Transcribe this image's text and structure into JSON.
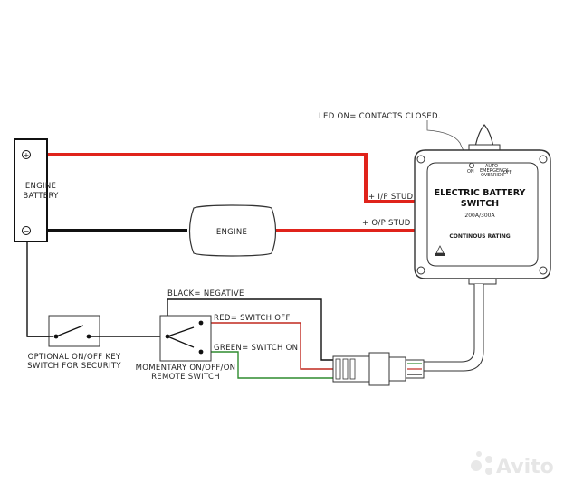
{
  "battery": {
    "line1": "ENGINE",
    "line2": "BATTERY",
    "plus": "+",
    "minus": "−"
  },
  "engine": {
    "label": "ENGINE"
  },
  "wires": {
    "ip_stud": "+ I/P STUD",
    "op_stud": "+ O/P STUD",
    "black": "BLACK= NEGATIVE",
    "red": "RED= SWITCH OFF",
    "green": "GREEN= SWITCH ON"
  },
  "led_note": "LED ON= CONTACTS CLOSED.",
  "switch_unit": {
    "title1": "ELECTRIC BATTERY",
    "title2": "SWITCH",
    "rating": "200A/300A",
    "continuous": "CONTINOUS RATING",
    "pos_on": "ON",
    "pos_auto": "AUTO",
    "pos_emergency1": "EMERGENCY",
    "pos_emergency2": "OVERRIDE",
    "pos_off": "OFF"
  },
  "key_switch": {
    "line1": "OPTIONAL ON/OFF KEY",
    "line2": "SWITCH FOR SECURITY"
  },
  "remote_switch": {
    "line1": "MOMENTARY ON/OFF/ON",
    "line2": "REMOTE SWITCH"
  },
  "watermark": "Avito",
  "colors": {
    "red_wire": "#e0231b",
    "black_wire": "#111111",
    "green_wire": "#2e8b2e",
    "outline": "#333333"
  }
}
